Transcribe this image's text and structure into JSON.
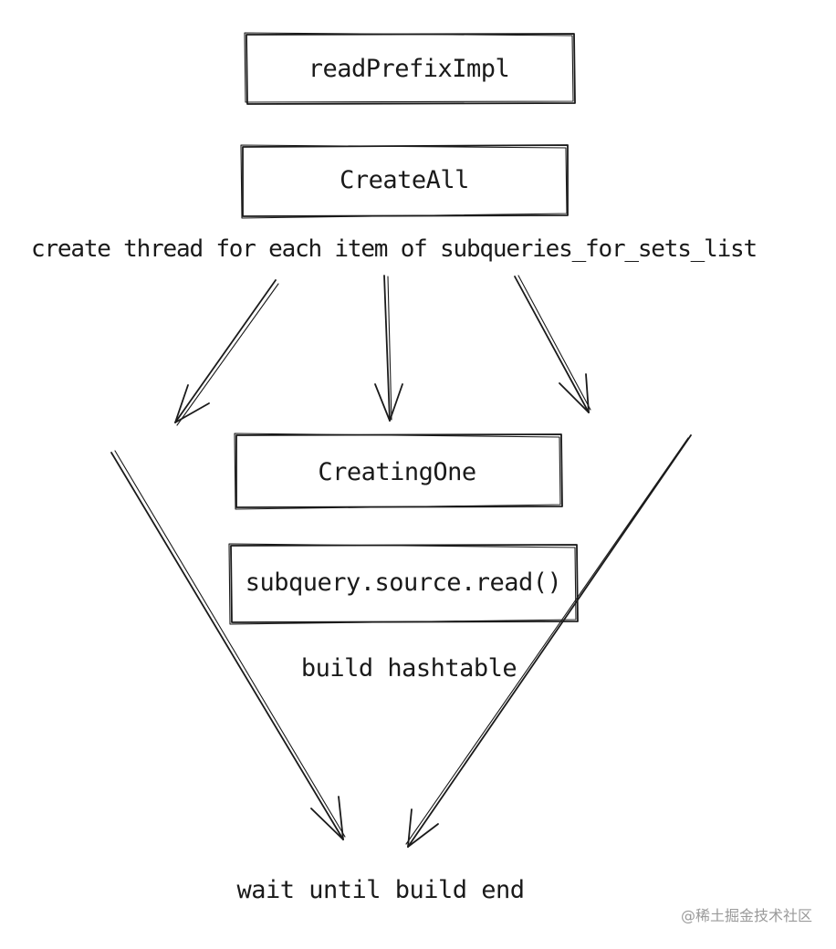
{
  "nodes": {
    "read_prefix_impl": "readPrefixImpl",
    "create_all": "CreateAll",
    "creating_one": "CreatingOne",
    "subquery_read": "subquery.source.read()"
  },
  "labels": {
    "create_thread": "create thread for each item of subqueries_for_sets_list",
    "build_hashtable": "build hashtable",
    "wait_until": "wait until build end"
  },
  "watermark": "@稀土掘金技术社区",
  "colors": {
    "stroke": "#1a1a1a",
    "background": "#ffffff",
    "watermark": "#9a9a9a"
  }
}
